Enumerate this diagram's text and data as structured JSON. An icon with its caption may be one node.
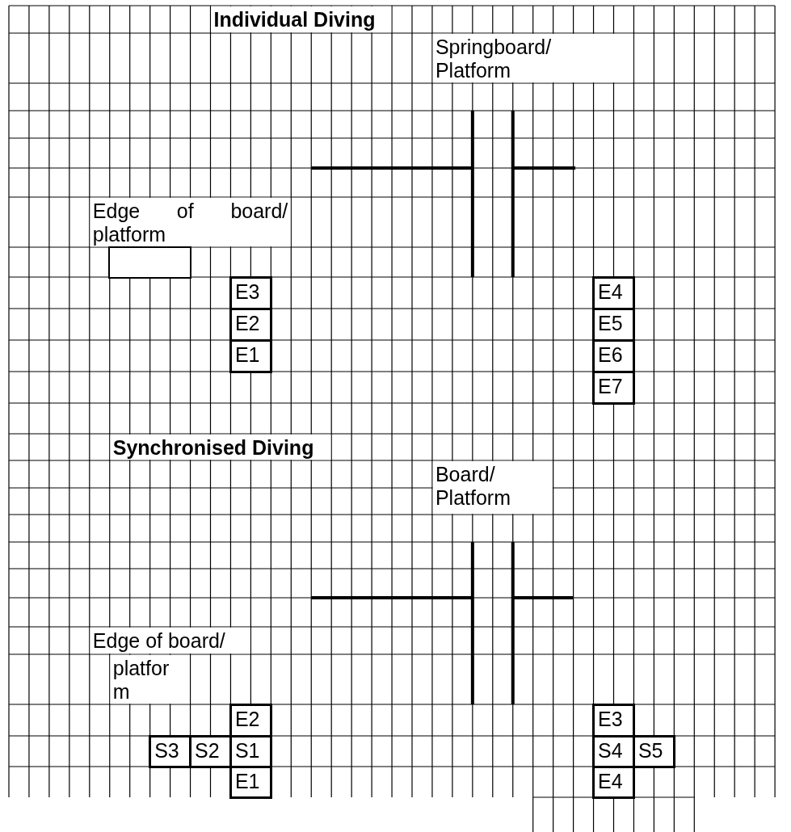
{
  "diagram": {
    "nodes": [
      {
        "text": [],
        "shape": "box"
      },
      {
        "text": [
          "E3"
        ]
      },
      {
        "text": [
          "E4"
        ]
      },
      {
        "text": [
          "E2"
        ]
      },
      {
        "text": [
          "E5"
        ]
      },
      {
        "text": [
          "E1"
        ]
      },
      {
        "text": [
          "E6"
        ]
      },
      {
        "text": [
          "E7"
        ]
      },
      {
        "text": [
          "E2"
        ]
      },
      {
        "text": [
          "E3"
        ]
      },
      {
        "text": [
          "S3"
        ]
      },
      {
        "text": [
          "S2"
        ]
      },
      {
        "text": [
          "S1"
        ]
      },
      {
        "text": [
          "S4"
        ]
      },
      {
        "text": [
          "S5"
        ]
      },
      {
        "text": [
          "E1"
        ]
      },
      {
        "text": [
          "E4"
        ]
      }
    ],
    "labels": [
      "Individual Diving",
      "Springboard/ Platform",
      "Edge of board/ platform",
      "Synchronised Diving",
      "Board/ Platform",
      "Edge of board/",
      "platform"
    ]
  }
}
